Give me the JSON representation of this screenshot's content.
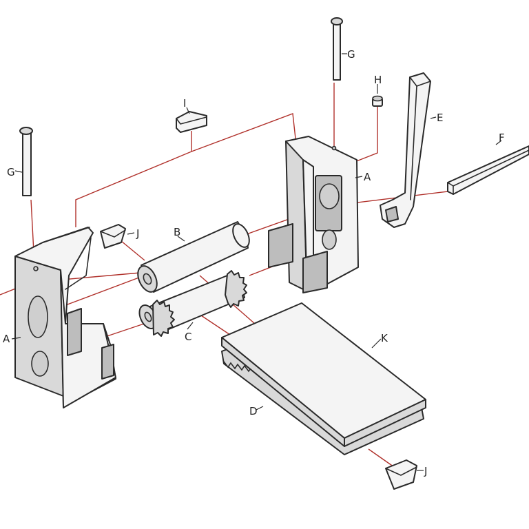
{
  "labels": {
    "a_left": "A",
    "a_right": "A",
    "b": "B",
    "c": "C",
    "d": "D",
    "e": "E",
    "f": "F",
    "g_left": "G",
    "g_right": "G",
    "h": "H",
    "i": "I",
    "j_upper": "J",
    "j_lower": "J",
    "k": "K"
  },
  "colors": {
    "leader_lines": "#b0302a",
    "outline": "#2a2a2a",
    "part_fill": "#f4f4f4"
  }
}
